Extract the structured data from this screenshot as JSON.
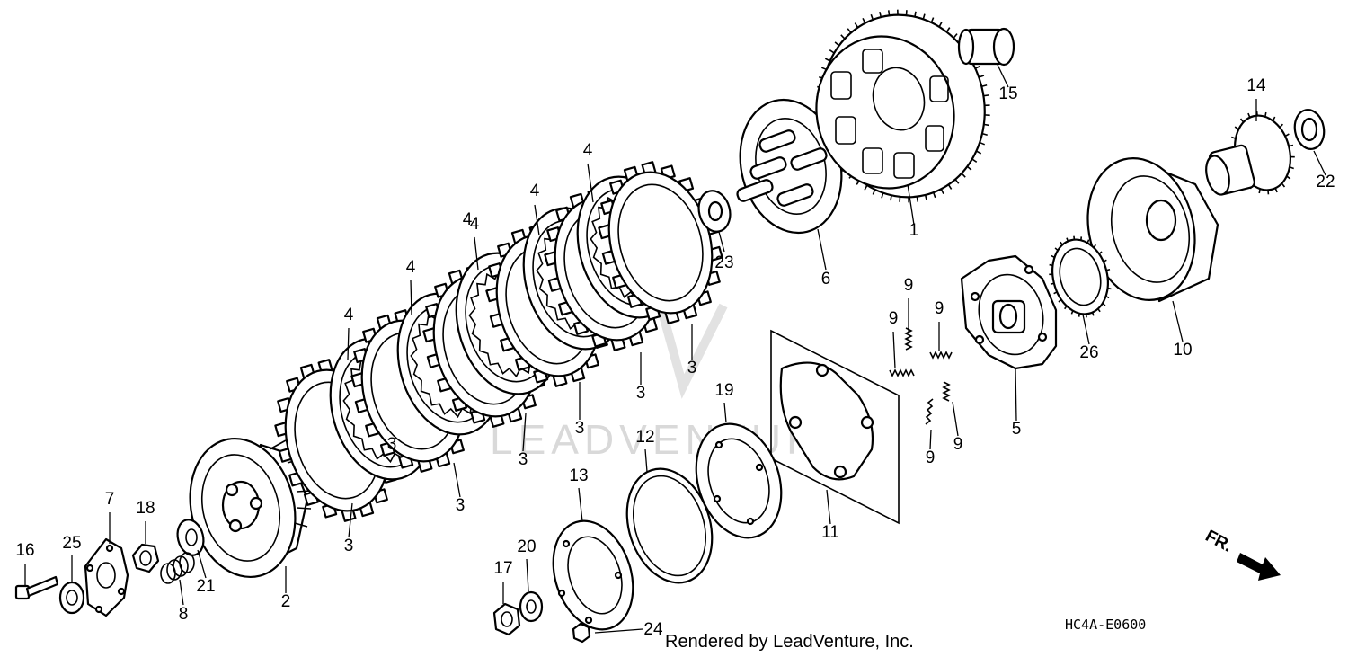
{
  "callouts": [
    {
      "label": "1"
    },
    {
      "label": "2"
    },
    {
      "label": "3"
    },
    {
      "label": "3"
    },
    {
      "label": "3"
    },
    {
      "label": "3"
    },
    {
      "label": "3"
    },
    {
      "label": "3"
    },
    {
      "label": "3"
    },
    {
      "label": "4"
    },
    {
      "label": "4"
    },
    {
      "label": "4"
    },
    {
      "label": "4"
    },
    {
      "label": "4"
    },
    {
      "label": "4"
    },
    {
      "label": "5"
    },
    {
      "label": "6"
    },
    {
      "label": "7"
    },
    {
      "label": "8"
    },
    {
      "label": "9"
    },
    {
      "label": "9"
    },
    {
      "label": "9"
    },
    {
      "label": "9"
    },
    {
      "label": "9"
    },
    {
      "label": "10"
    },
    {
      "label": "11"
    },
    {
      "label": "12"
    },
    {
      "label": "13"
    },
    {
      "label": "14"
    },
    {
      "label": "15"
    },
    {
      "label": "16"
    },
    {
      "label": "17"
    },
    {
      "label": "18"
    },
    {
      "label": "19"
    },
    {
      "label": "20"
    },
    {
      "label": "21"
    },
    {
      "label": "22"
    },
    {
      "label": "23"
    },
    {
      "label": "24"
    },
    {
      "label": "25"
    },
    {
      "label": "26"
    }
  ],
  "direction_label": "FR.",
  "diagram_code": "HC4A-E0600",
  "credit": "Rendered by LeadVenture, Inc.",
  "watermark": "LEADVENTURE"
}
